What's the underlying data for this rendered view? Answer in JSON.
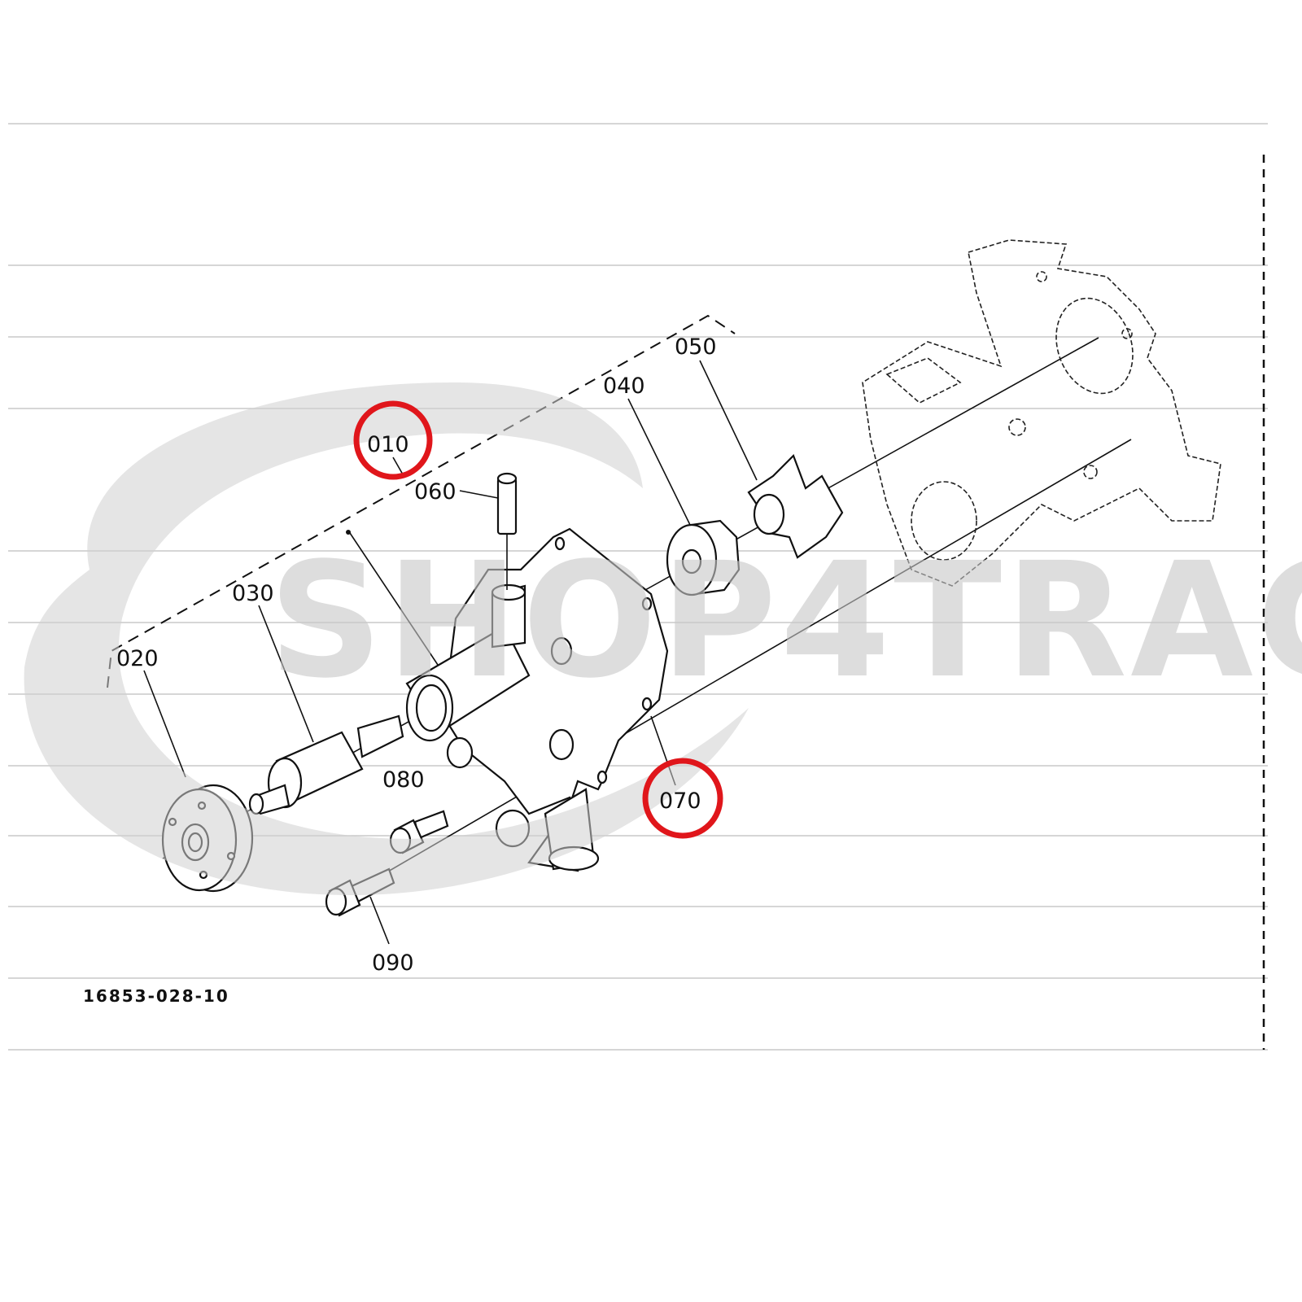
{
  "diagram": {
    "drawing_number": "16853-028-10",
    "watermark_logo": "SHOP4TRAC",
    "highlight_color": "#e0161b",
    "parts": [
      {
        "id": "010",
        "highlighted": true
      },
      {
        "id": "020",
        "highlighted": false
      },
      {
        "id": "030",
        "highlighted": false
      },
      {
        "id": "040",
        "highlighted": false
      },
      {
        "id": "050",
        "highlighted": false
      },
      {
        "id": "060",
        "highlighted": false
      },
      {
        "id": "070",
        "highlighted": true
      },
      {
        "id": "080",
        "highlighted": false
      },
      {
        "id": "090",
        "highlighted": false
      }
    ]
  }
}
